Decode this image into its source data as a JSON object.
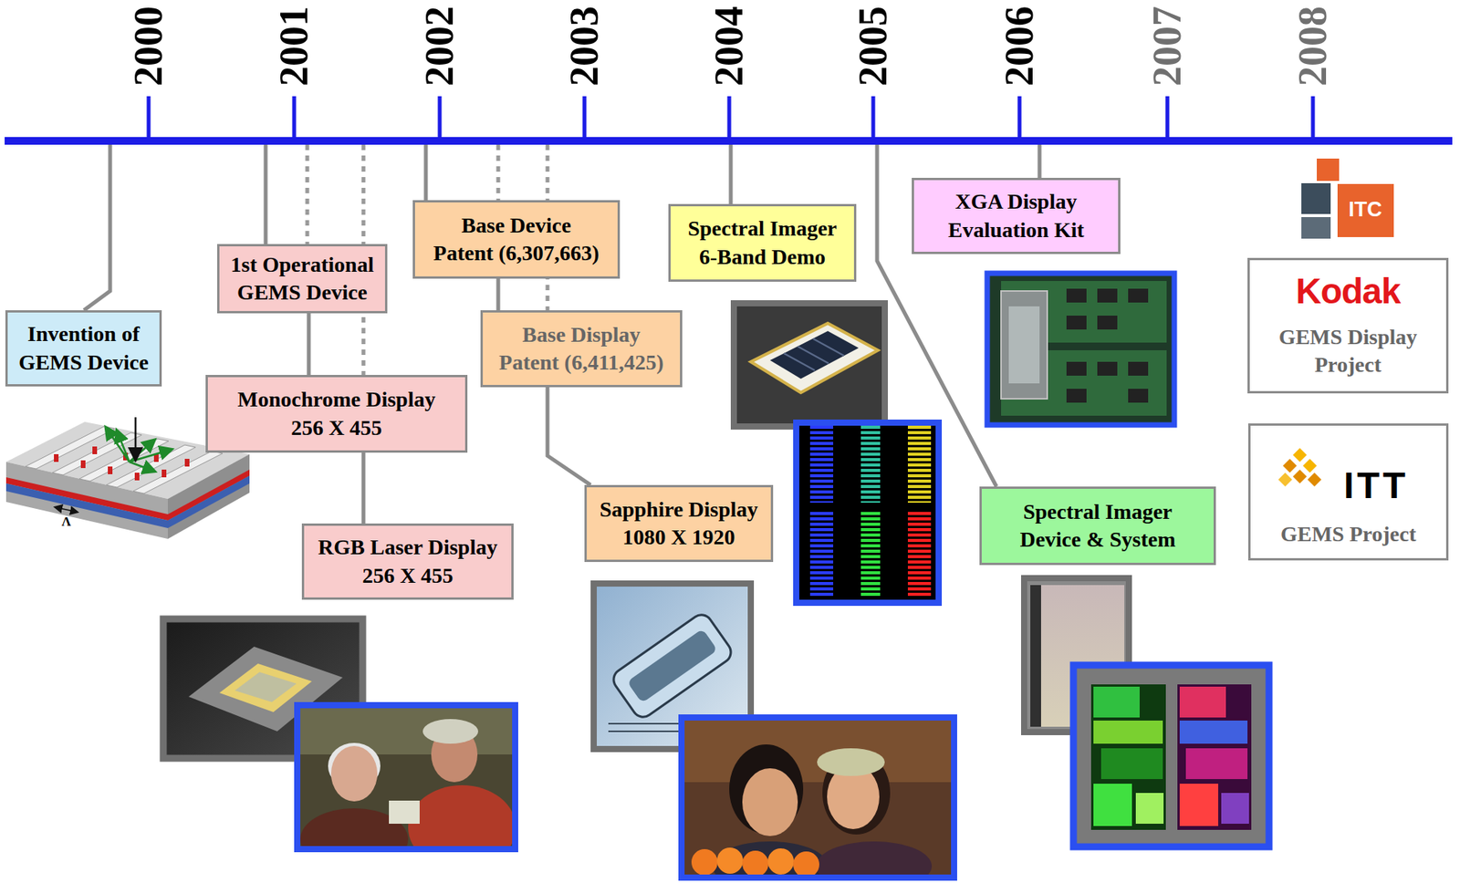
{
  "diagram": {
    "nodes": [
      {
        "text": [
          "Invention of GEMS Device"
        ]
      },
      {
        "text": [
          "1st Operational GEMS Device"
        ]
      },
      {
        "text": [
          "Monochrome Display 256 X 455"
        ]
      },
      {
        "text": [
          "RGB Laser Display 256 X 455"
        ]
      },
      {
        "text": [
          "Base Device Patent (6,307,663)"
        ]
      },
      {
        "text": [
          "Base Display Patent (6,411,425)"
        ]
      },
      {
        "text": [
          "Sapphire Display 1080 X 1920"
        ]
      },
      {
        "text": [
          "Spectral Imager 6-Band Demo"
        ]
      },
      {
        "text": [
          "XGA Display Evaluation Kit"
        ]
      },
      {
        "text": [
          "Spectral Imager Device & System"
        ]
      },
      {
        "text": [
          "Kodak",
          "GEMS Display Project"
        ]
      },
      {
        "text": [
          "ITT",
          "GEMS Project"
        ]
      }
    ],
    "edges": [
      {
        "from": 1,
        "to": 2,
        "arrow": "none"
      },
      {
        "from": 2,
        "to": 3,
        "arrow": "none"
      },
      {
        "from": 4,
        "to": 5,
        "arrow": "none"
      },
      {
        "from": 5,
        "to": 6,
        "arrow": "none"
      }
    ],
    "labels": [
      "2000",
      "2001",
      "2002",
      "2003",
      "2004",
      "2005",
      "2006",
      "2007",
      "2008",
      "Λ",
      "ITC"
    ]
  }
}
